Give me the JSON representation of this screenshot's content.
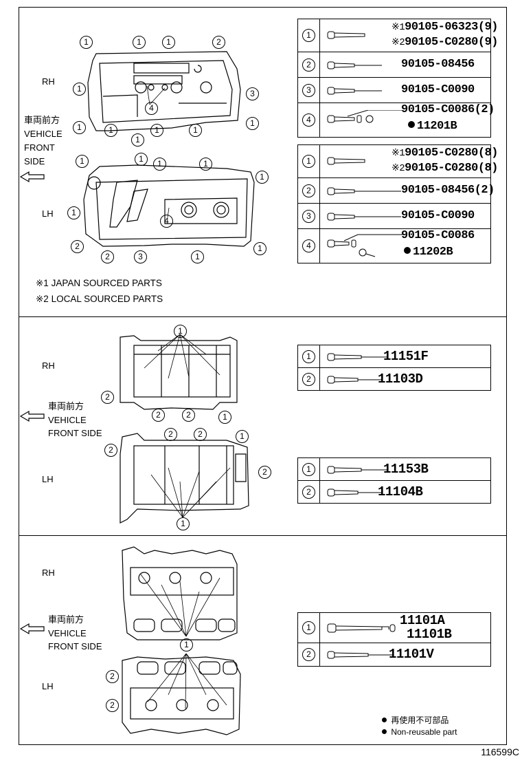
{
  "figure_id": "116599C",
  "labels": {
    "rh": "RH",
    "lh": "LH",
    "front_jp": "車両前方",
    "front_en1": "VEHICLE",
    "front_en2": "FRONT",
    "front_en3": "SIDE",
    "front_side": "FRONT SIDE"
  },
  "notes": {
    "japan": "※1 JAPAN SOURCED PARTS",
    "local": "※2 LOCAL SOURCED PARTS"
  },
  "legend": {
    "jp": "再使用不可部品",
    "en": "Non-reusable part"
  },
  "tables": {
    "t1": {
      "r1": {
        "num": "1",
        "a_mark": "※1",
        "a": "90105-06323(9)",
        "b_mark": "※2",
        "b": "90105-C0280(9)"
      },
      "r2": {
        "num": "2",
        "a": "90105-08456"
      },
      "r3": {
        "num": "3",
        "a": "90105-C0090"
      },
      "r4": {
        "num": "4",
        "a": "90105-C0086(2)",
        "b": "11201B"
      }
    },
    "t2": {
      "r1": {
        "num": "1",
        "a_mark": "※1",
        "a": "90105-C0280(8)",
        "b_mark": "※2",
        "b": "90105-C0280(8)"
      },
      "r2": {
        "num": "2",
        "a": "90105-08456(2)"
      },
      "r3": {
        "num": "3",
        "a": "90105-C0090"
      },
      "r4": {
        "num": "4",
        "a": "90105-C0086",
        "b": "11202B"
      }
    },
    "t3": {
      "r1": {
        "num": "1",
        "a": "11151F"
      },
      "r2": {
        "num": "2",
        "a": "11103D"
      }
    },
    "t4": {
      "r1": {
        "num": "1",
        "a": "11153B"
      },
      "r2": {
        "num": "2",
        "a": "11104B"
      }
    },
    "t5": {
      "r1": {
        "num": "1",
        "a": "11101A",
        "b": "11101B"
      },
      "r2": {
        "num": "2",
        "a": "11101V"
      }
    }
  },
  "callouts": {
    "one": "1",
    "two": "2",
    "three": "3",
    "four": "4"
  }
}
